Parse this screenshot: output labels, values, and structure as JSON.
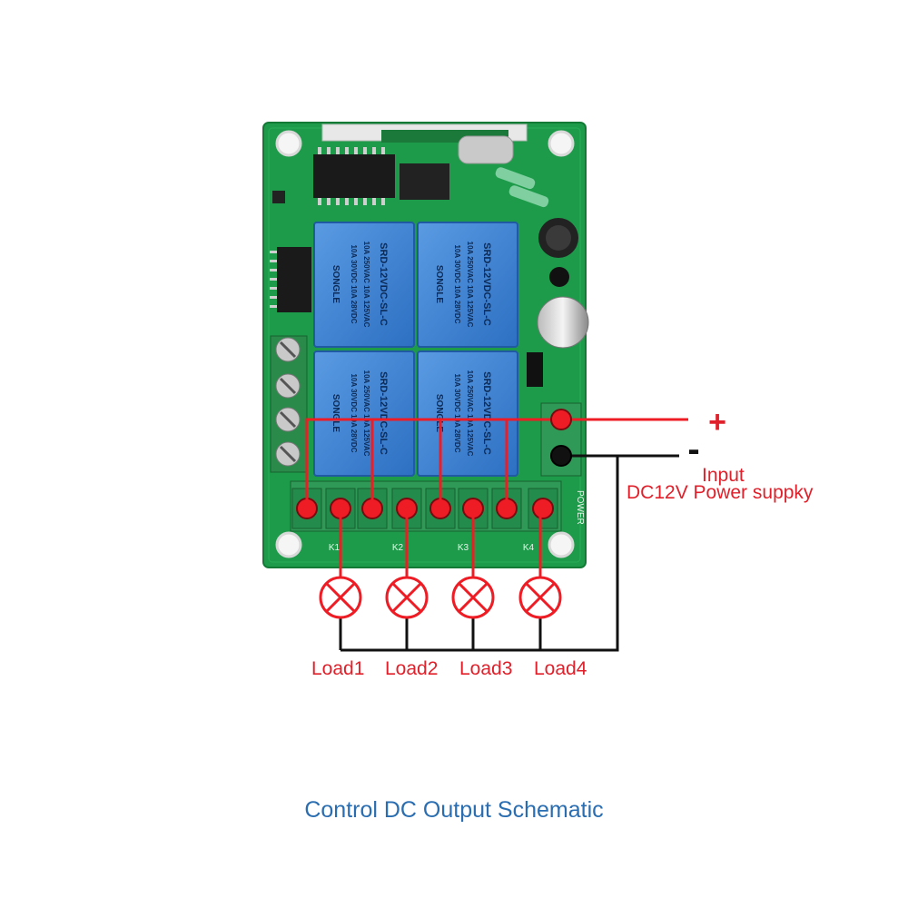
{
  "colors": {
    "wire_positive": "#ee1c24",
    "wire_negative": "#111111",
    "label_red": "#e0202a",
    "caption_blue": "#2a6db0",
    "pcb_green": "#1e9b4a",
    "relay_blue": "#3b7fd0"
  },
  "board": {
    "relays": [
      {
        "brand": "SONGLE",
        "model": "SRD-12VDC-SL-C",
        "rating_1": "10A 250VAC  10A 125VAC",
        "rating_2": "10A 30VDC  10A 28VDC"
      },
      {
        "brand": "SONGLE",
        "model": "SRD-12VDC-SL-C",
        "rating_1": "10A 250VAC  10A 125VAC",
        "rating_2": "10A 30VDC  10A 28VDC"
      },
      {
        "brand": "SONGLE",
        "model": "SRD-12VDC-SL-C",
        "rating_1": "10A 250VAC  10A 125VAC",
        "rating_2": "10A 30VDC  10A 28VDC"
      },
      {
        "brand": "SONGLE",
        "model": "SRD-12VDC-SL-C",
        "rating_1": "10A 250VAC  10A 125VAC",
        "rating_2": "10A 30VDC  10A 28VDC"
      }
    ],
    "channel_labels": [
      "K1",
      "K2",
      "K3",
      "K4"
    ],
    "power_label": "POWER"
  },
  "power": {
    "positive_symbol": "+",
    "negative_symbol": "-",
    "input_label": "Input",
    "supply_label": "DC12V Power suppky"
  },
  "loads": [
    {
      "label": "Load1"
    },
    {
      "label": "Load2"
    },
    {
      "label": "Load3"
    },
    {
      "label": "Load4"
    }
  ],
  "caption": "Control DC Output Schematic"
}
